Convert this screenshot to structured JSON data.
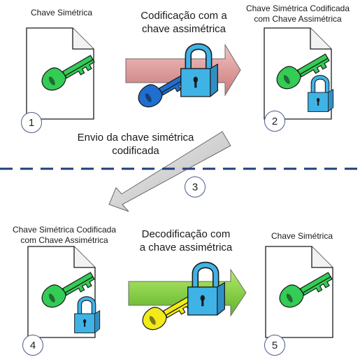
{
  "labels": {
    "doc1": "Chave Simétrica",
    "arrow1_line1": "Codificação com a",
    "arrow1_line2": "chave assimétrica",
    "doc2_line1": "Chave Simétrica Codificada",
    "doc2_line2": "com Chave Assimétrica",
    "send_line1": "Envio da chave simétrica",
    "send_line2": "codificada",
    "doc4_line1": "Chave Simétrica Codificada",
    "doc4_line2": "com Chave Assimétrica",
    "arrow2_line1": "Decodificação com",
    "arrow2_line2": "a chave assimétrica",
    "doc5": "Chave Simétrica"
  },
  "steps": [
    "1",
    "2",
    "3",
    "4",
    "5"
  ],
  "colors": {
    "green_key": "#33cc55",
    "blue_key": "#1e6fcf",
    "yellow_key": "#f2ea1a",
    "lock": "#3fb3e6",
    "red_arrow": "#e8a0a0",
    "green_arrow": "#8fd33f",
    "grey_arrow": "#d4d4d4",
    "divider": "#1f3f7a"
  }
}
